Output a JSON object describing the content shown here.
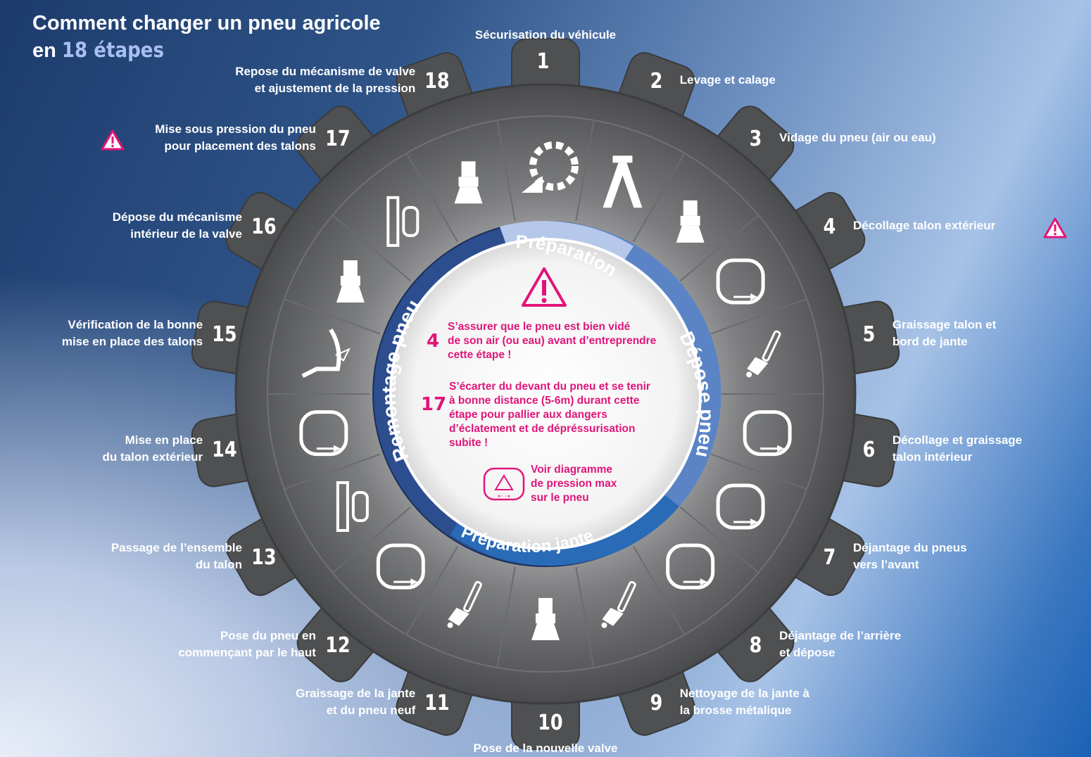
{
  "title": {
    "line1": "Comment changer un pneu agricole",
    "line2_prefix": "en ",
    "line2_highlight": "18 étapes"
  },
  "phases": {
    "preparation": "Préparation",
    "depose": "Dépose pneu",
    "preparation_jante": "Préparation jante",
    "remontage": "Remontage pneu"
  },
  "steps": [
    {
      "num": "1",
      "label": [
        "Sécurisation du véhicule"
      ],
      "icon": "wedge-gear-icon"
    },
    {
      "num": "2",
      "label": [
        "Levage et calage"
      ],
      "icon": "jack-stand-icon"
    },
    {
      "num": "3",
      "label": [
        "Vidage du pneu (air ou eau)"
      ],
      "icon": "valve-deflate-icon"
    },
    {
      "num": "4",
      "label": [
        "Décollage talon extérieur"
      ],
      "icon": "tire-bead-break-icon",
      "warning": true
    },
    {
      "num": "5",
      "label": [
        "Graissage talon et",
        "bord de jante"
      ],
      "icon": "grease-brush-icon"
    },
    {
      "num": "6",
      "label": [
        "Décollage et graissage",
        "talon intérieur"
      ],
      "icon": "tire-inner-bead-icon"
    },
    {
      "num": "7",
      "label": [
        "Déjantage du pneus",
        "vers l’avant"
      ],
      "icon": "tire-demount-front-icon"
    },
    {
      "num": "8",
      "label": [
        "Déjantage de l’arrière",
        "et dépose"
      ],
      "icon": "tire-demount-rear-icon"
    },
    {
      "num": "9",
      "label": [
        "Nettoyage de la jante à",
        "la brosse métalique"
      ],
      "icon": "wire-brush-icon"
    },
    {
      "num": "10",
      "label": [
        "Pose de la nouvelle valve"
      ],
      "icon": "new-valve-icon"
    },
    {
      "num": "11",
      "label": [
        "Graissage de la jante",
        "et du pneu neuf"
      ],
      "icon": "grease-brush-icon"
    },
    {
      "num": "12",
      "label": [
        "Pose du pneu en",
        "commençant par le haut"
      ],
      "icon": "tire-mount-top-icon"
    },
    {
      "num": "13",
      "label": [
        "Passage de l’ensemble",
        "du talon"
      ],
      "icon": "bead-pass-icon"
    },
    {
      "num": "14",
      "label": [
        "Mise en place",
        "du talon extérieur"
      ],
      "icon": "tire-outer-bead-icon"
    },
    {
      "num": "15",
      "label": [
        "Vérification de la bonne",
        "mise en place des talons"
      ],
      "icon": "bead-check-icon"
    },
    {
      "num": "16",
      "label": [
        "Dépose du mécanisme",
        "intérieur de la valve"
      ],
      "icon": "valve-core-remove-icon"
    },
    {
      "num": "17",
      "label": [
        "Mise sous pression du pneu",
        "pour placement des talons"
      ],
      "icon": "inflate-icon",
      "warning": true
    },
    {
      "num": "18",
      "label": [
        "Repose du mécanisme de valve",
        "et ajustement de la pression"
      ],
      "icon": "valve-core-install-icon"
    }
  ],
  "center": {
    "warnings": [
      {
        "num": "4",
        "text": [
          "S’assurer que le pneu est bien vidé",
          "de son air (ou eau) avant d’entreprendre",
          "cette étape !"
        ]
      },
      {
        "num": "17",
        "text": [
          "S’écarter du devant du pneu et se tenir",
          "à bonne distance (5-6m) durant cette",
          "étape pour pallier aux dangers",
          "d’éclatement et de dépréssurisation",
          "subite !"
        ]
      }
    ],
    "pressure_note": [
      "Voir diagramme",
      "de pression max",
      "sur le pneu"
    ]
  },
  "colors": {
    "accent": "#e0157a",
    "gear": "#555759",
    "gear_light": "#8a8b8d",
    "phase_dark": "#1f3f82",
    "phase_mid": "#5b84c7",
    "phase_light": "#b6c8ea",
    "phase_jante": "#2a6bb8"
  }
}
